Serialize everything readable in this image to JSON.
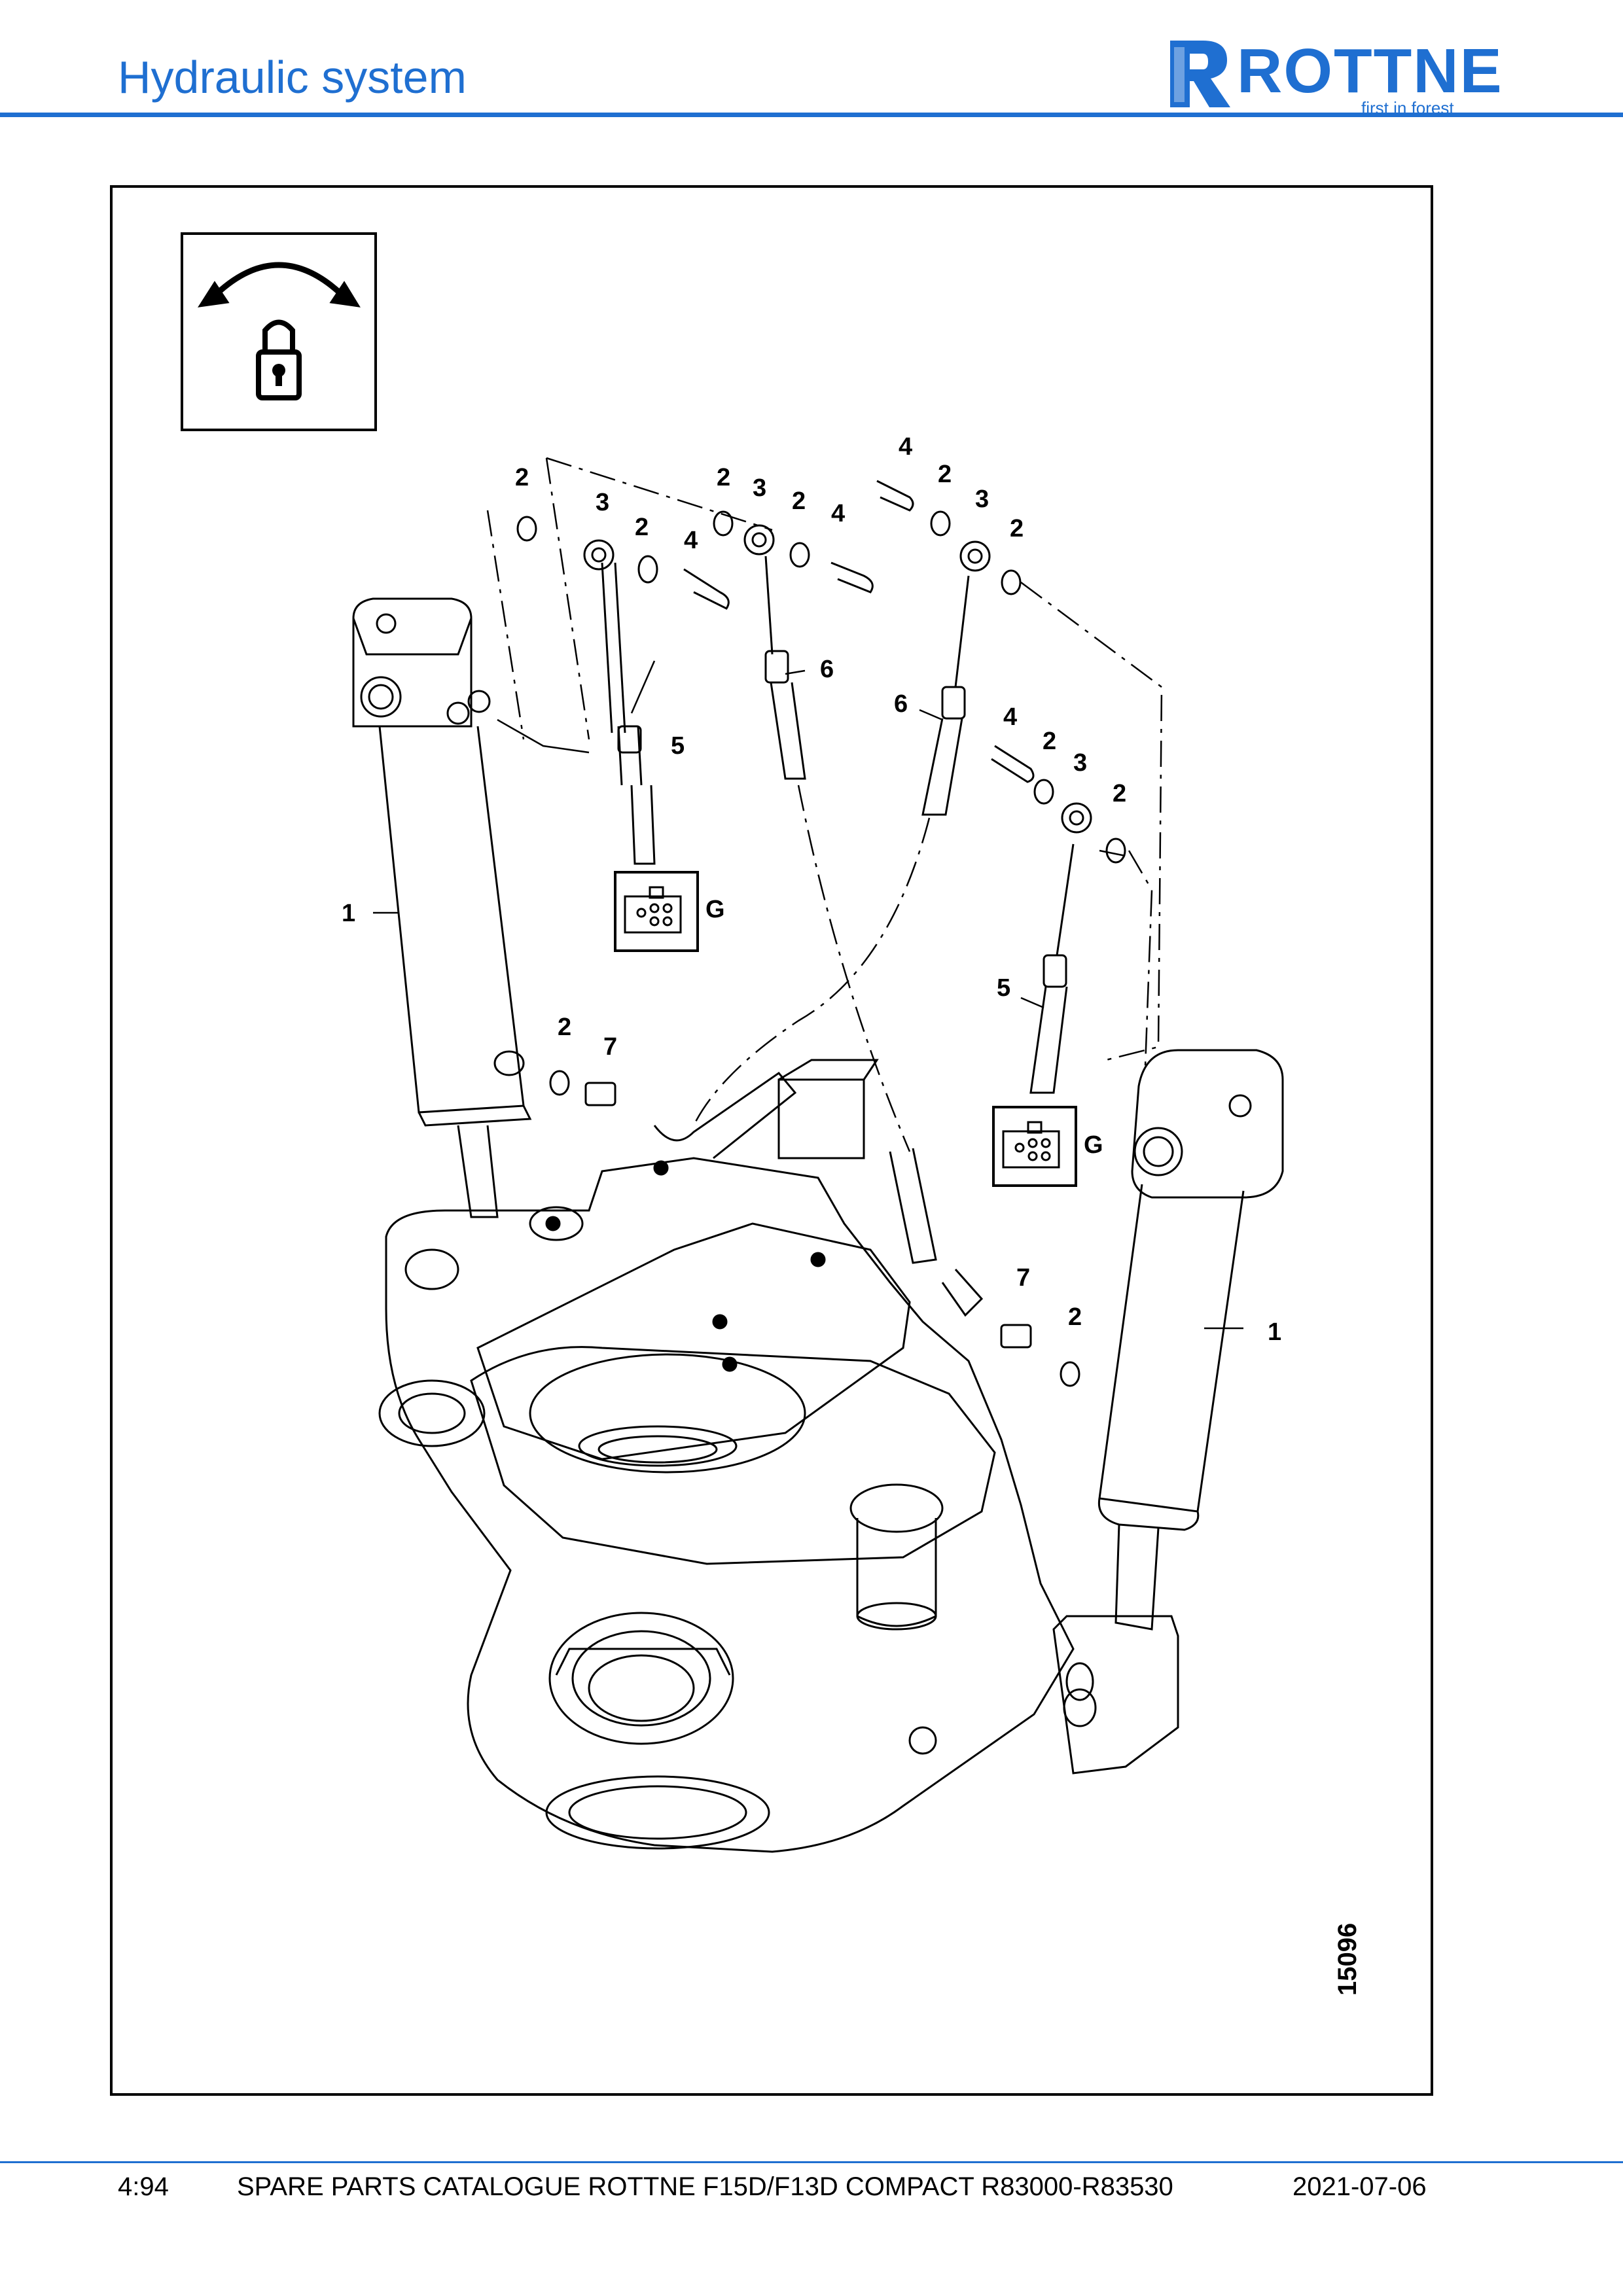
{
  "header": {
    "title": "Hydraulic system",
    "logo_word": "ROTTNE",
    "logo_tagline": "first in forest",
    "accent_color": "#1f6fd1"
  },
  "figure": {
    "drawing_number": "15096",
    "callouts": [
      "1",
      "2",
      "3",
      "4",
      "5",
      "6",
      "7",
      "G"
    ],
    "symbols": [
      "rotate-lock-icon",
      "connector-block-icon"
    ]
  },
  "footer": {
    "page": "4:94",
    "catalogue": "SPARE PARTS CATALOGUE ROTTNE F15D/F13D COMPACT R83000-R83530",
    "date": "2021-07-06"
  }
}
